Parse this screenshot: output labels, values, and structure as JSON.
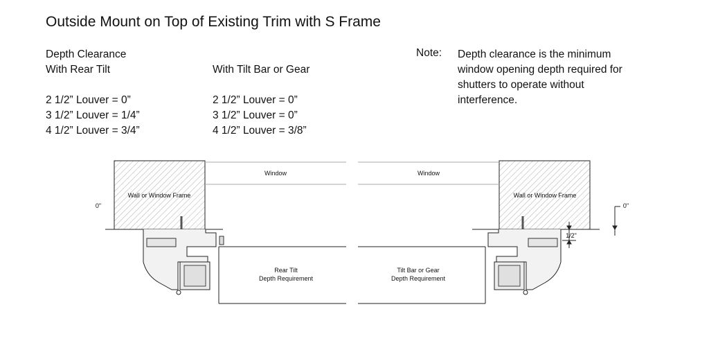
{
  "title": "Outside Mount on Top of Existing Trim with S Frame",
  "rear_tilt": {
    "heading_line1": "Depth Clearance",
    "heading_line2": "With Rear Tilt",
    "rows": [
      "2 1/2” Louver = 0”",
      "3 1/2” Louver = 1/4”",
      "4 1/2” Louver = 3/4”"
    ]
  },
  "tilt_bar": {
    "heading": "With Tilt Bar or Gear",
    "rows": [
      "2 1/2” Louver = 0”",
      "3 1/2” Louver = 0”",
      "4 1/2” Louver = 3/8”"
    ]
  },
  "note": {
    "label": "Note:",
    "text": "Depth clearance is the minimum window opening depth required for shutters to operate without interference."
  },
  "diagram": {
    "window_label": "Window",
    "wall_label": "Wall or Window Frame",
    "left_zero_label": "0\"",
    "right_zero_label": "0\"",
    "half_inch_label": "1/2\"",
    "rear_depth_line1": "Rear Tilt",
    "rear_depth_line2": "Depth Requirement",
    "gear_depth_line1": "Tilt Bar or Gear",
    "gear_depth_line2": "Depth Requirement"
  }
}
